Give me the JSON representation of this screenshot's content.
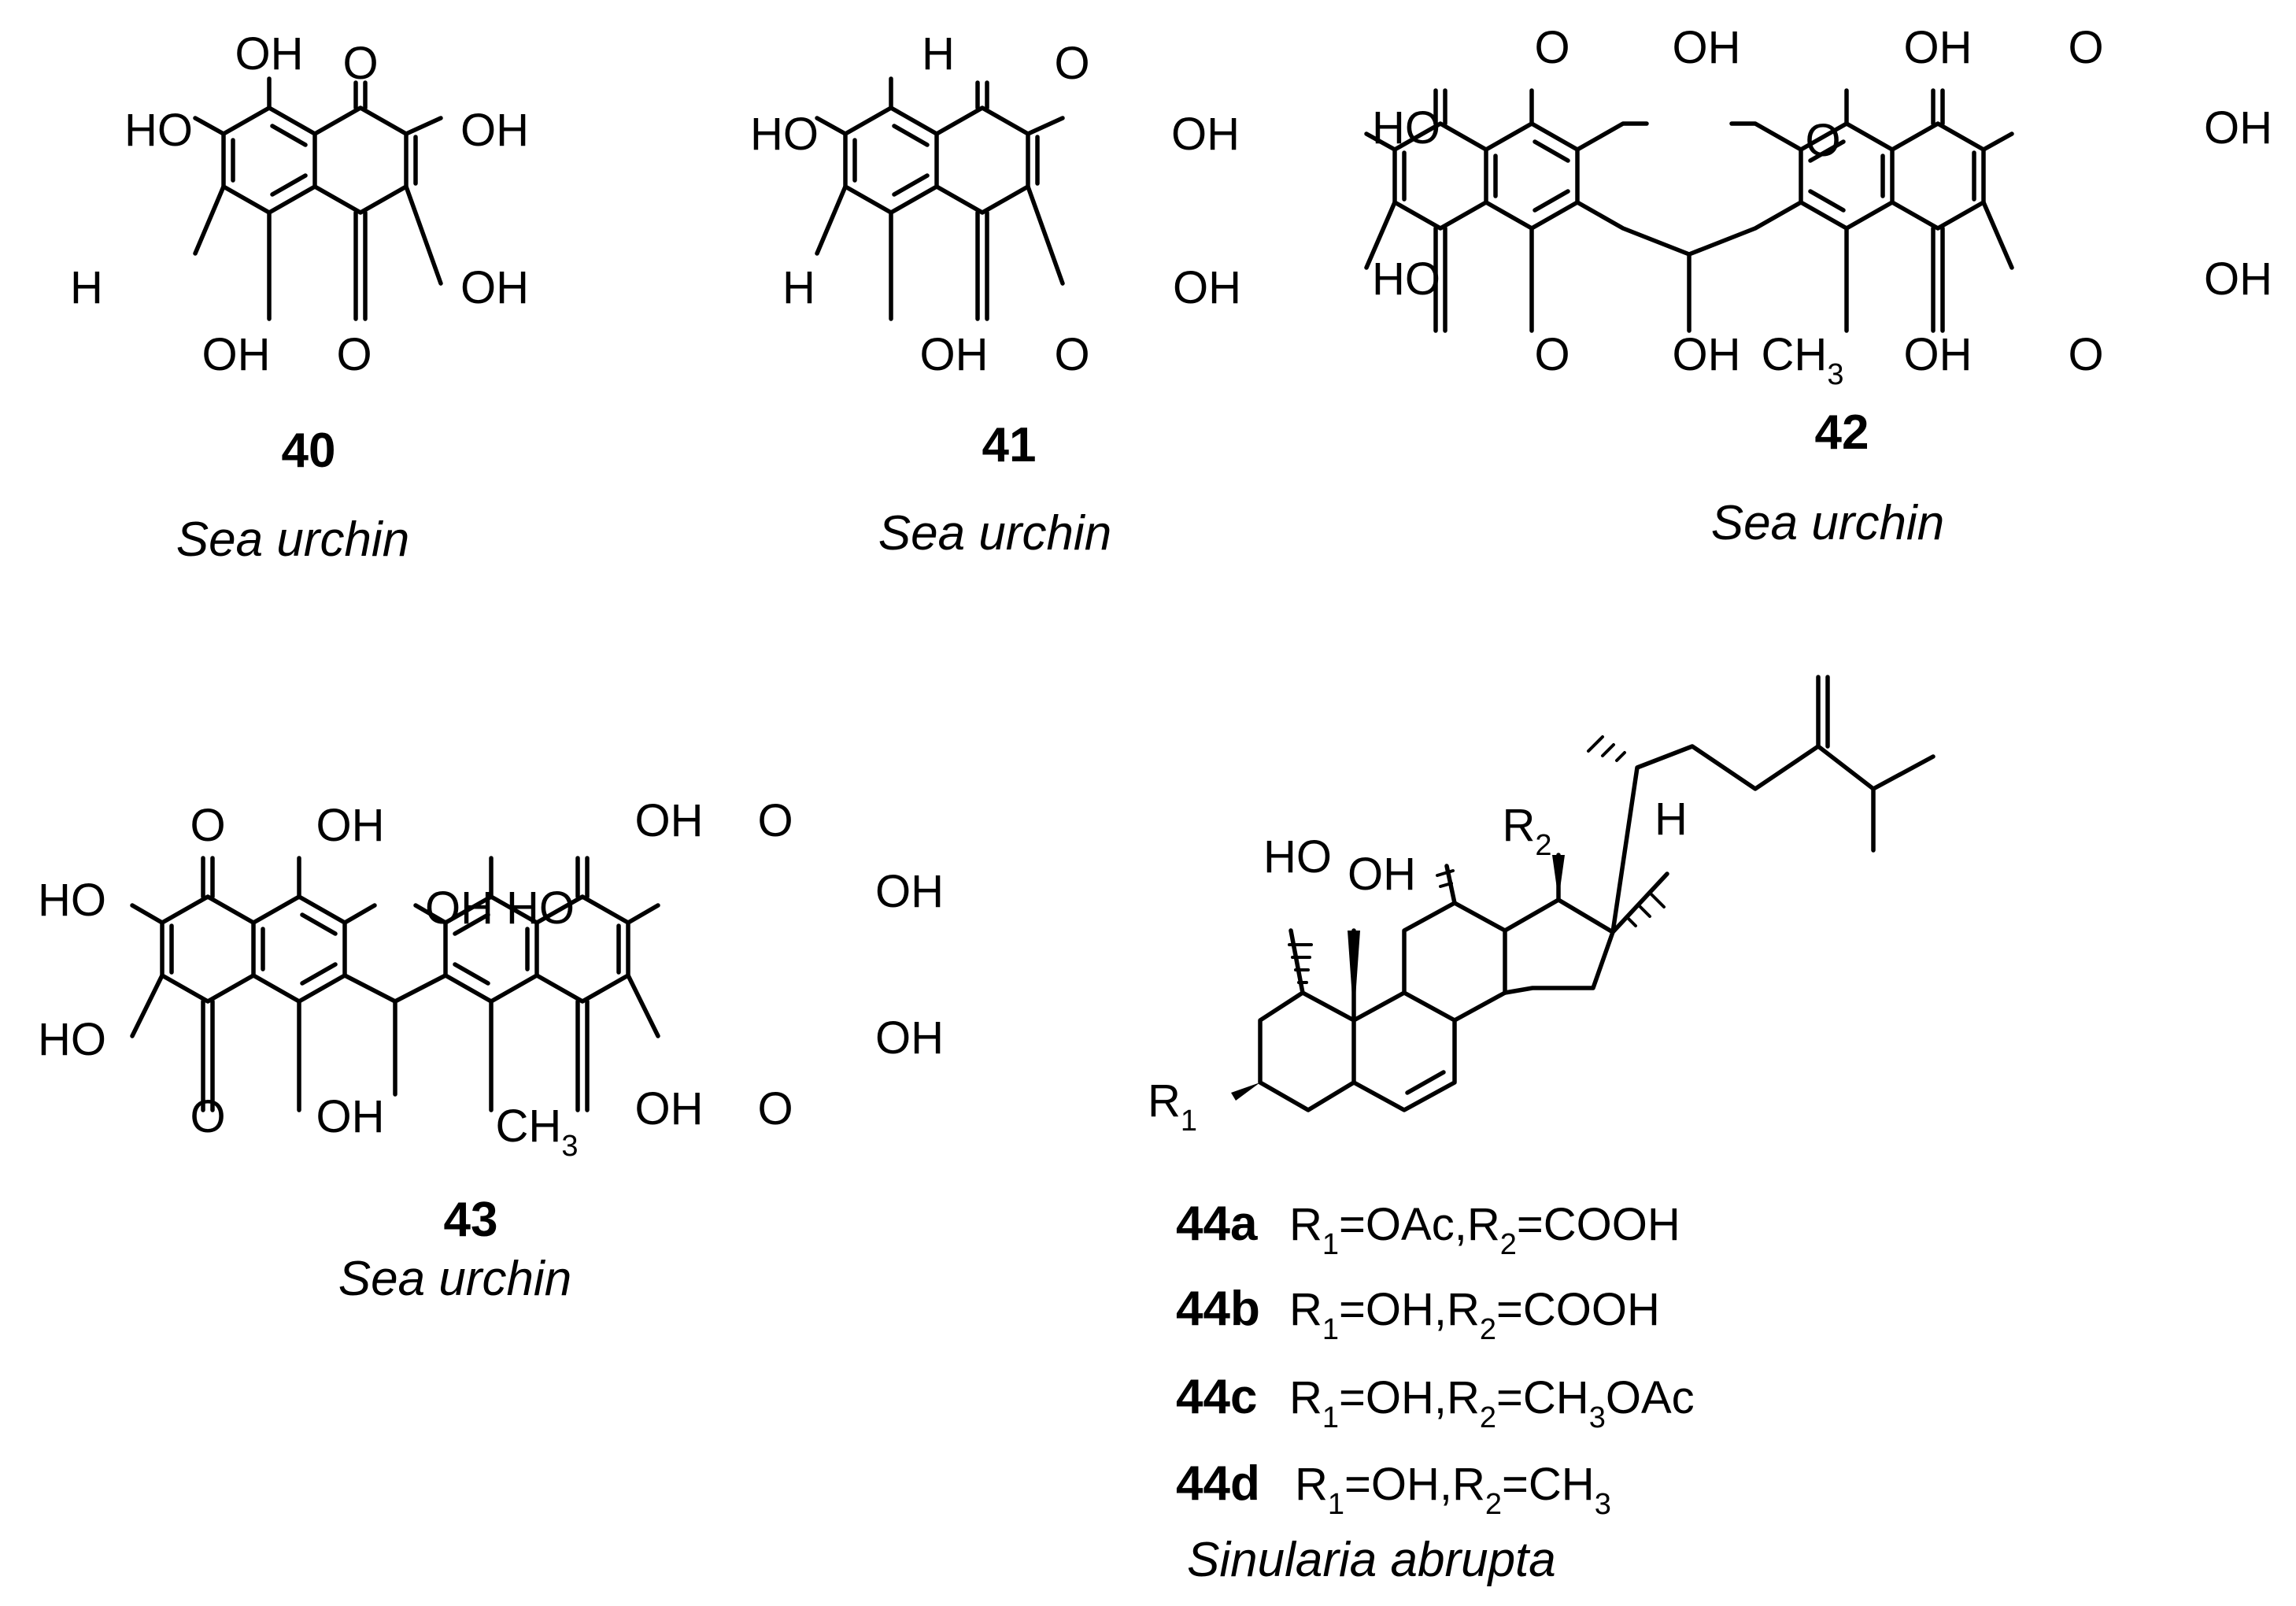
{
  "labels": {
    "oh": "OH",
    "ho": "HO",
    "o": "O",
    "h": "H",
    "ch": "CH",
    "three": "3",
    "r": "R",
    "one": "1",
    "two": "2"
  },
  "compounds": [
    {
      "number": "40",
      "source": "Sea urchin"
    },
    {
      "number": "41",
      "source": "Sea urchin"
    },
    {
      "number": "42",
      "source": "Sea urchin"
    },
    {
      "number": "43",
      "source": "Sea urchin"
    }
  ],
  "variants": [
    {
      "number": "44a",
      "parts": [
        "R",
        "1",
        "=OAc,R",
        "2",
        "=COOH"
      ]
    },
    {
      "number": "44b",
      "parts": [
        "R",
        "1",
        "=OH,R",
        "2",
        "=COOH"
      ]
    },
    {
      "number": "44c",
      "parts": [
        "R",
        "1",
        "=OH,R",
        "2",
        "=CH",
        "3",
        "OAc"
      ]
    },
    {
      "number": "44d",
      "parts": [
        "R",
        "1",
        "=OH,R",
        "2",
        "=CH",
        "3"
      ]
    }
  ],
  "compound44_source": "Sinularia abrupta"
}
